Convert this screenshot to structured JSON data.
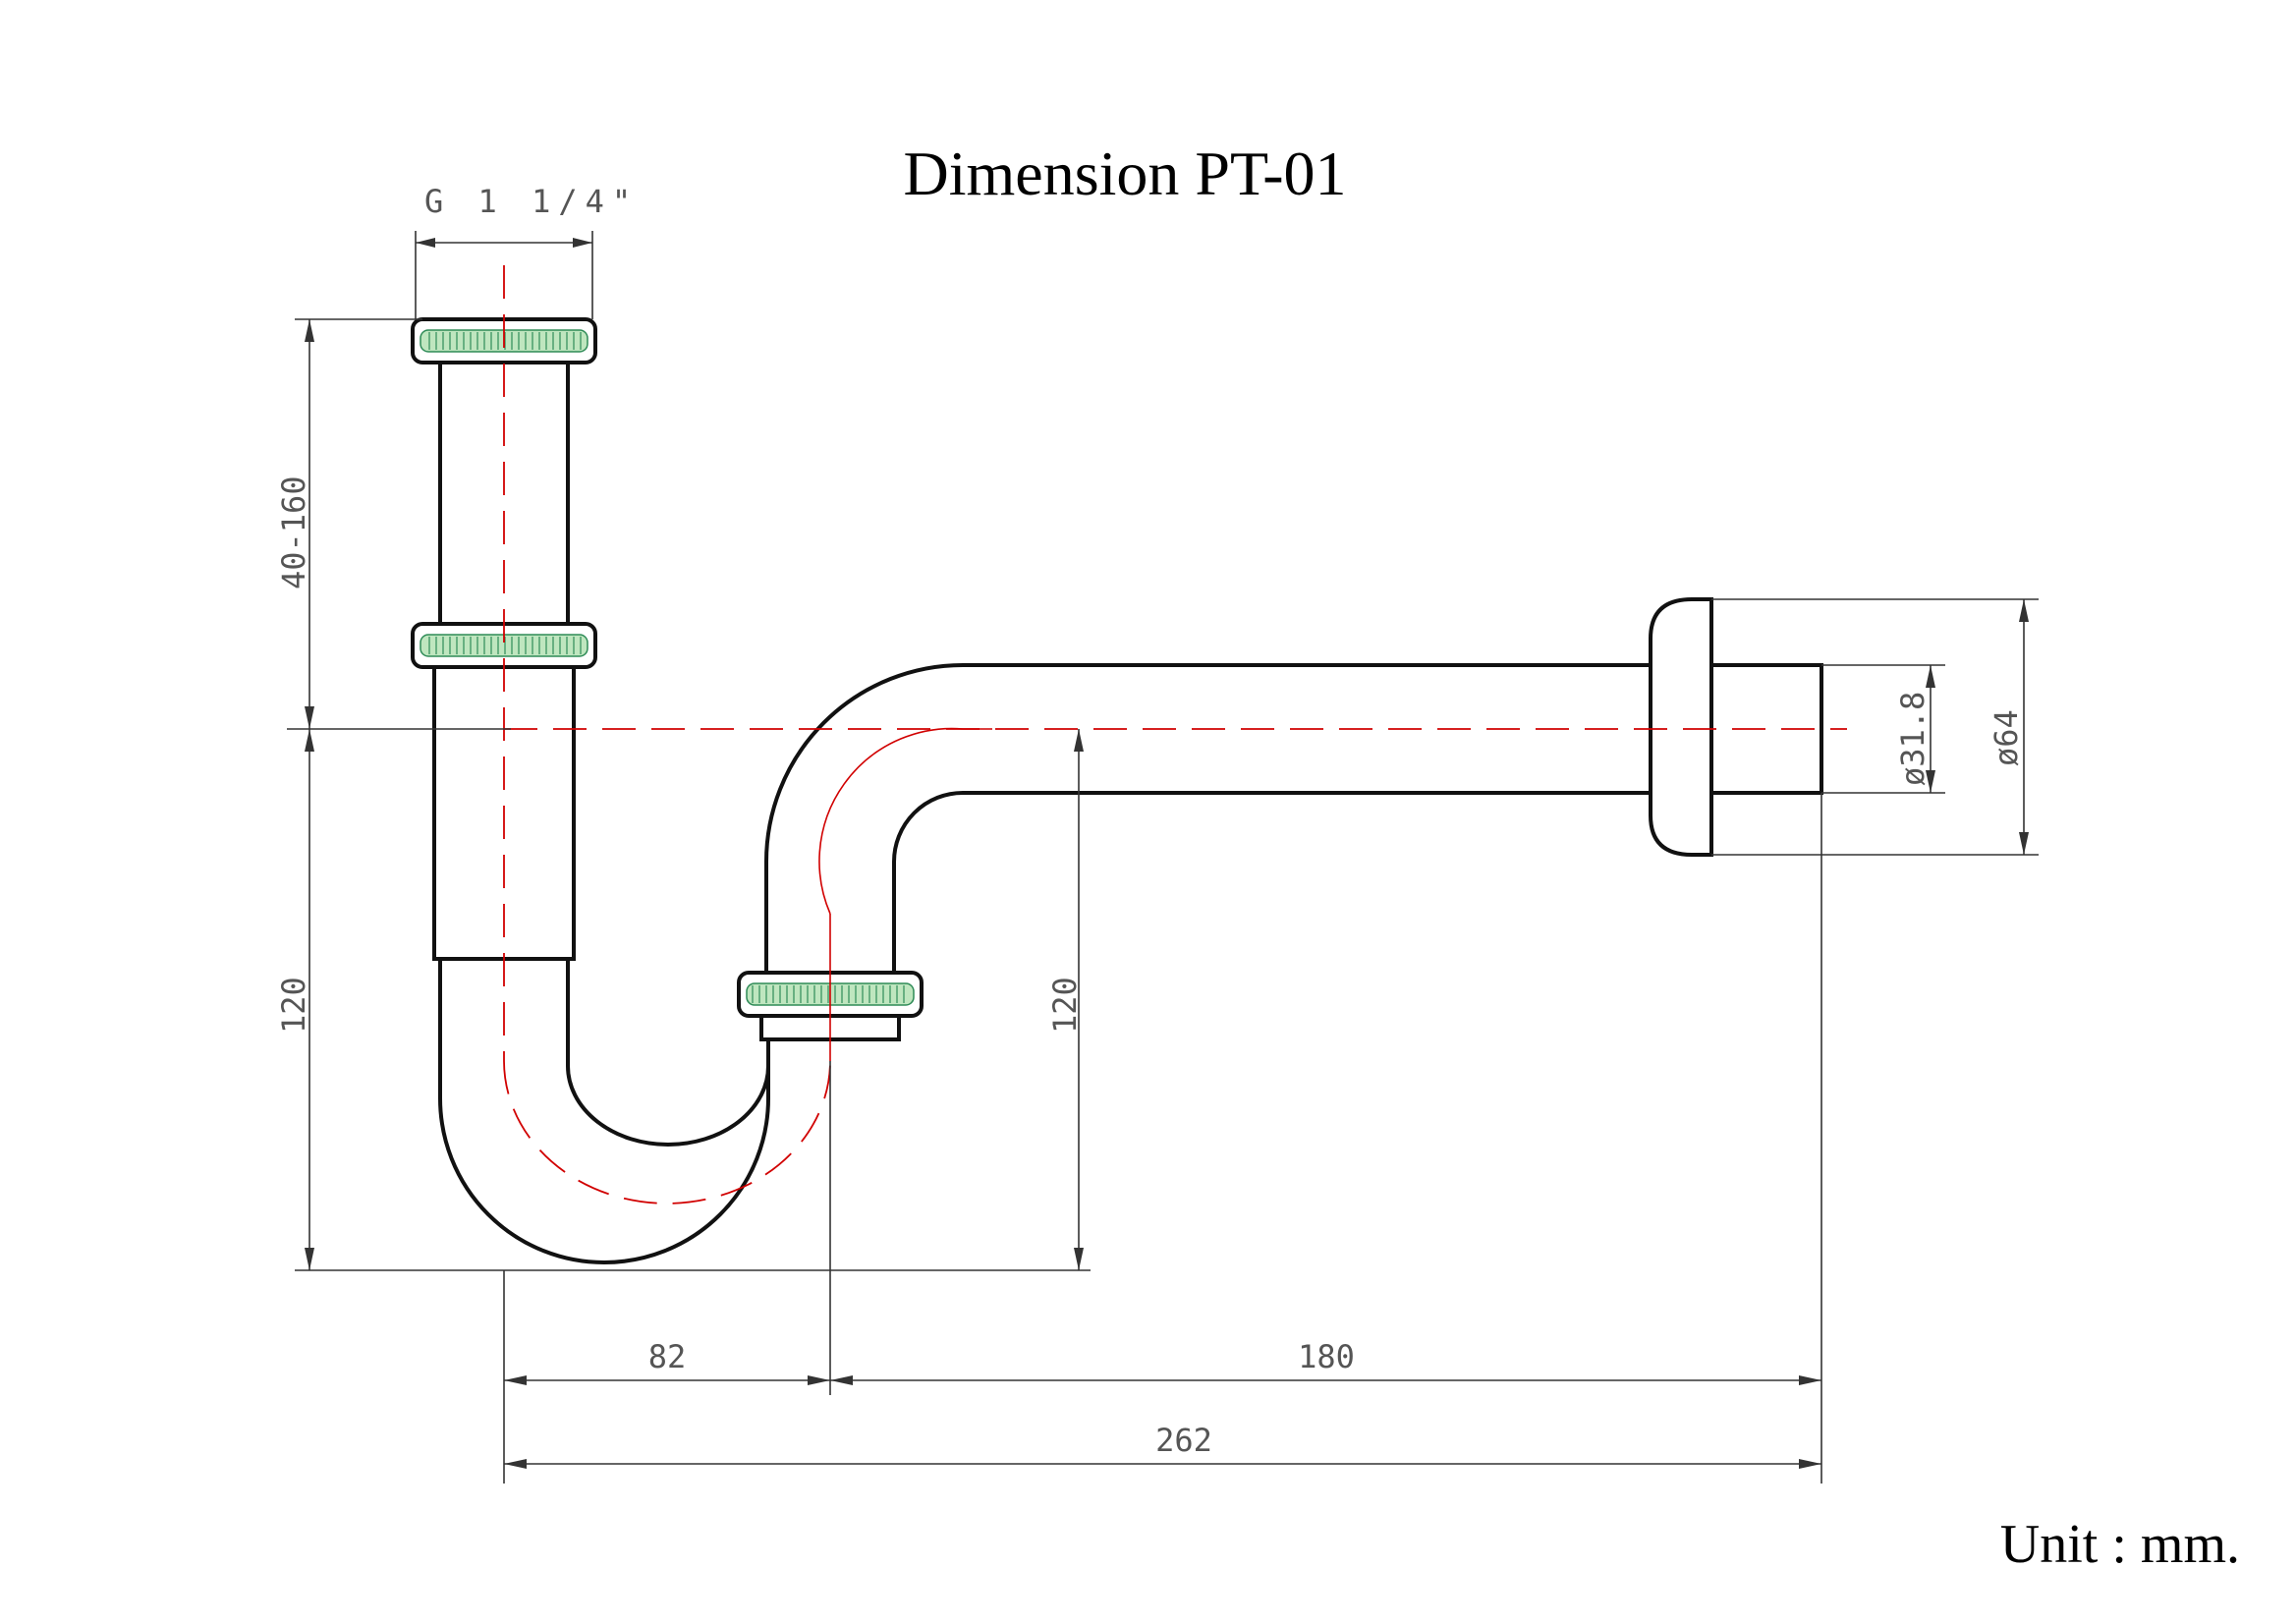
{
  "title": "Dimension PT-01",
  "unit_label": "Unit : mm.",
  "dimensions": {
    "thread": "G 1 1/4\"",
    "tail_length": "40-160",
    "drop_left": "120",
    "drop_right": "120",
    "bend_offset": "82",
    "wall_length": "180",
    "total_length": "262",
    "pipe_diameter": "ø31.8",
    "flange_diameter": "ø64"
  },
  "colors": {
    "outline": "#111111",
    "centerline": "#d10000",
    "ring_fill": "#bfe6bf",
    "dimension_text": "#555555"
  }
}
